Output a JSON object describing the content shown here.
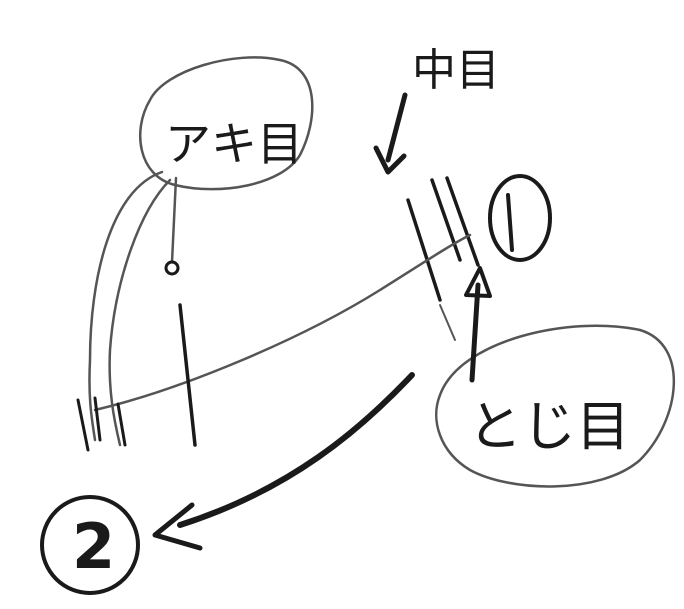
{
  "labels": {
    "top_left": "アキ目",
    "top_right": "中目",
    "bottom_right": "とじ目",
    "marker_1": "①",
    "marker_2": "②"
  },
  "colors": {
    "ink": "#1a1a1a",
    "pencil": "#555555",
    "paper": "#ffffff"
  }
}
